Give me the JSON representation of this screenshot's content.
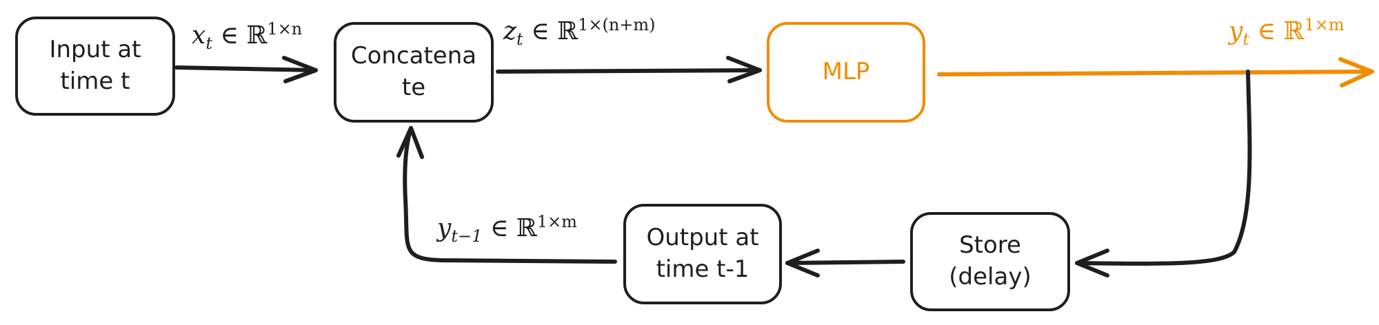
{
  "nodes": {
    "input": {
      "line1": "Input at",
      "line2": "time t"
    },
    "concat": {
      "line1": "Concatena",
      "line2": "te"
    },
    "mlp": {
      "label": "MLP"
    },
    "output": {
      "line1": "Output at",
      "line2": "time t-1"
    },
    "store": {
      "line1": "Store",
      "line2": "(delay)"
    }
  },
  "edges": {
    "x": {
      "var": "x",
      "sub": "t",
      "rel": " ∈ ℝ",
      "sup": "1×n"
    },
    "z": {
      "var": "z",
      "sub": "t",
      "rel": " ∈ ℝ",
      "sup": "1×(n+m)"
    },
    "y": {
      "var": "y",
      "sub": "t",
      "rel": " ∈ ℝ",
      "sup": "1×m"
    },
    "yp": {
      "var": "y",
      "sub": "t−1",
      "rel": " ∈ ℝ",
      "sup": "1×m"
    }
  },
  "colors": {
    "stroke": "#1e1e1e",
    "accent": "#f08c00"
  }
}
